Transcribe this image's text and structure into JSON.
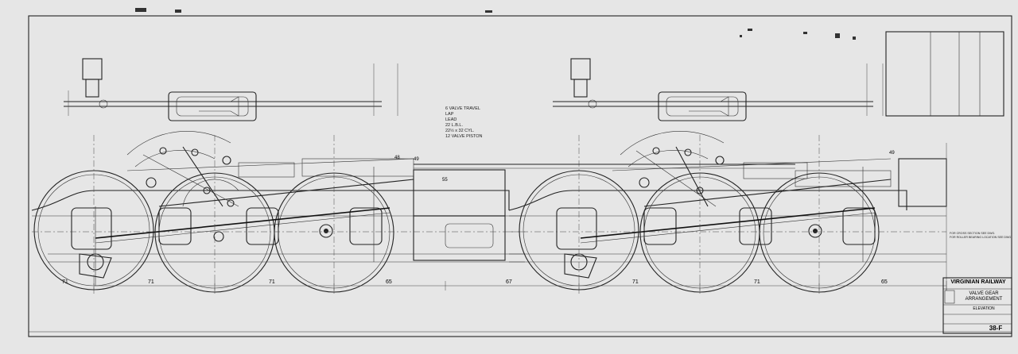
{
  "title_block": {
    "railway": "VIRGINIAN RAILWAY",
    "drawing_title_1": "VALVE GEAR",
    "drawing_title_2": "ARRANGEMENT",
    "view": "ELEVATION",
    "drawing_no": "38-F"
  },
  "notes": {
    "lines": [
      "6 VALVE TRAVEL",
      "LAP",
      "LEAD",
      "22 L.B.L.",
      "22½ x 32 CYL.",
      "12 VALVE PISTON"
    ]
  },
  "dimensions": {
    "bottom_left": [
      "71",
      "71",
      "71",
      "65",
      "67"
    ],
    "bottom_right": [
      "71",
      "71",
      "65"
    ],
    "top": [
      "48",
      "49",
      "55",
      "49"
    ],
    "side_notes": [
      "FOR CROSS SECTION SEE DWG.",
      "FOR ROLLER BEARING LOCATION SEE DWG."
    ]
  },
  "colors": {
    "paper": "#e6e6e6",
    "ink": "#1a1a1a"
  }
}
